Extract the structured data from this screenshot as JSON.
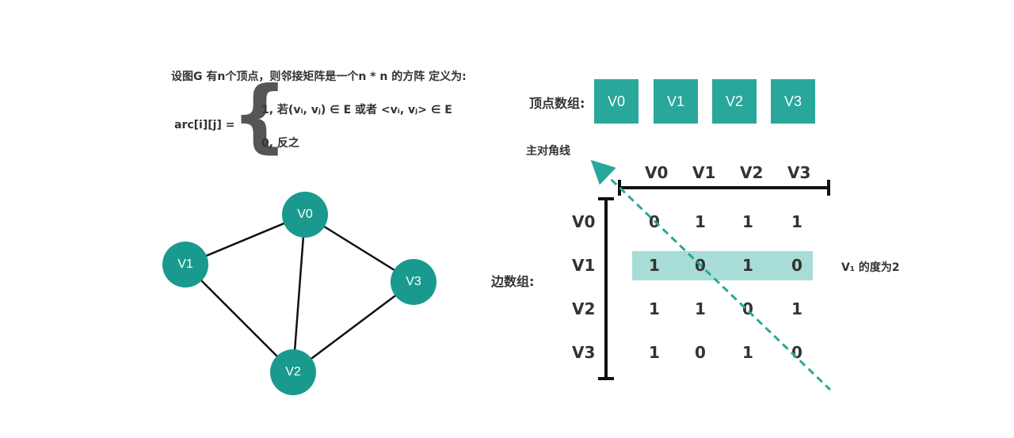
{
  "definition": {
    "intro": "设图G 有n个顶点，则邻接矩阵是一个n * n 的方阵 定义为:",
    "lhs": "arc[i][j] =",
    "case1": "1, 若(vᵢ, vⱼ) ∈ E 或者 <vᵢ, vⱼ> ∈ E",
    "case2": "0, 反之"
  },
  "vertex_array": {
    "label": "顶点数组:",
    "items": [
      "V0",
      "V1",
      "V2",
      "V3"
    ]
  },
  "graph": {
    "nodes": [
      "V0",
      "V1",
      "V2",
      "V3"
    ],
    "edges": [
      [
        "V0",
        "V1"
      ],
      [
        "V0",
        "V2"
      ],
      [
        "V0",
        "V3"
      ],
      [
        "V1",
        "V2"
      ],
      [
        "V2",
        "V3"
      ]
    ]
  },
  "matrix": {
    "edge_label": "边数组:",
    "diagonal_label": "主对角线",
    "col_headers": [
      "V0",
      "V1",
      "V2",
      "V3"
    ],
    "row_headers": [
      "V0",
      "V1",
      "V2",
      "V3"
    ],
    "rows": [
      [
        "0",
        "1",
        "1",
        "1"
      ],
      [
        "1",
        "0",
        "1",
        "0"
      ],
      [
        "1",
        "1",
        "0",
        "1"
      ],
      [
        "1",
        "0",
        "1",
        "0"
      ]
    ],
    "highlight_row": 1,
    "degree_note": "V₁ 的度为2"
  },
  "colors": {
    "teal": "#2aa79b",
    "node": "#1a9a8e",
    "highlight": "#a7ddd6",
    "diagonal": "#2aa79b"
  }
}
